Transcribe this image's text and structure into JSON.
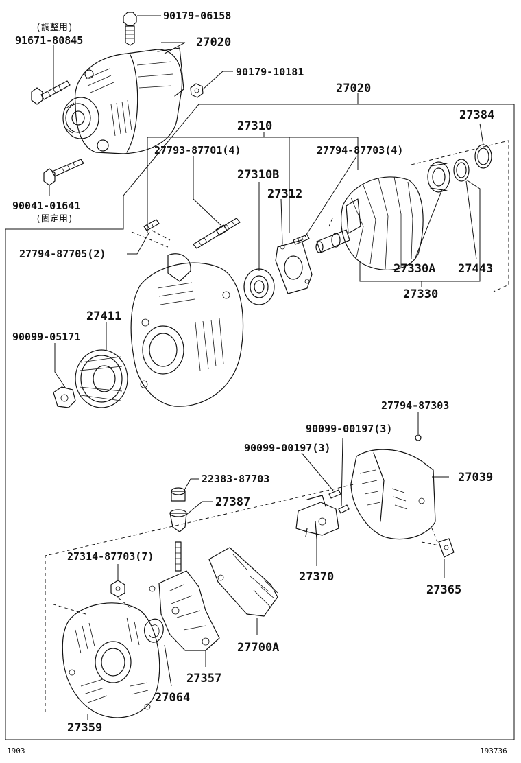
{
  "footer": {
    "left_code": "1903",
    "right_code": "193736"
  },
  "labels": {
    "p90179_06158": "90179-06158",
    "p_adjust_note": "(調整用)",
    "p91671_80845": "91671-80845",
    "p27020_top": "27020",
    "p90179_10181": "90179-10181",
    "p27020_assy": "27020",
    "p90041_01641": "90041-01641",
    "p_fix_note": "(固定用)",
    "p27310": "27310",
    "p27384": "27384",
    "p27793_87701": "27793-87701(4)",
    "p27794_87703": "27794-87703(4)",
    "p27310B": "27310B",
    "p27312": "27312",
    "p27794_87705": "27794-87705(2)",
    "p27330A": "27330A",
    "p27443": "27443",
    "p27330": "27330",
    "p27411": "27411",
    "p90099_05171": "90099-05171",
    "p27794_87303": "27794-87303",
    "p90099_00197_a": "90099-00197(3)",
    "p90099_00197_b": "90099-00197(3)",
    "p27039": "27039",
    "p22383_87703": "22383-87703",
    "p27387": "27387",
    "p27314_87703": "27314-87703(7)",
    "p27370": "27370",
    "p27365": "27365",
    "p27700A": "27700A",
    "p27357": "27357",
    "p27064": "27064",
    "p27359": "27359"
  }
}
